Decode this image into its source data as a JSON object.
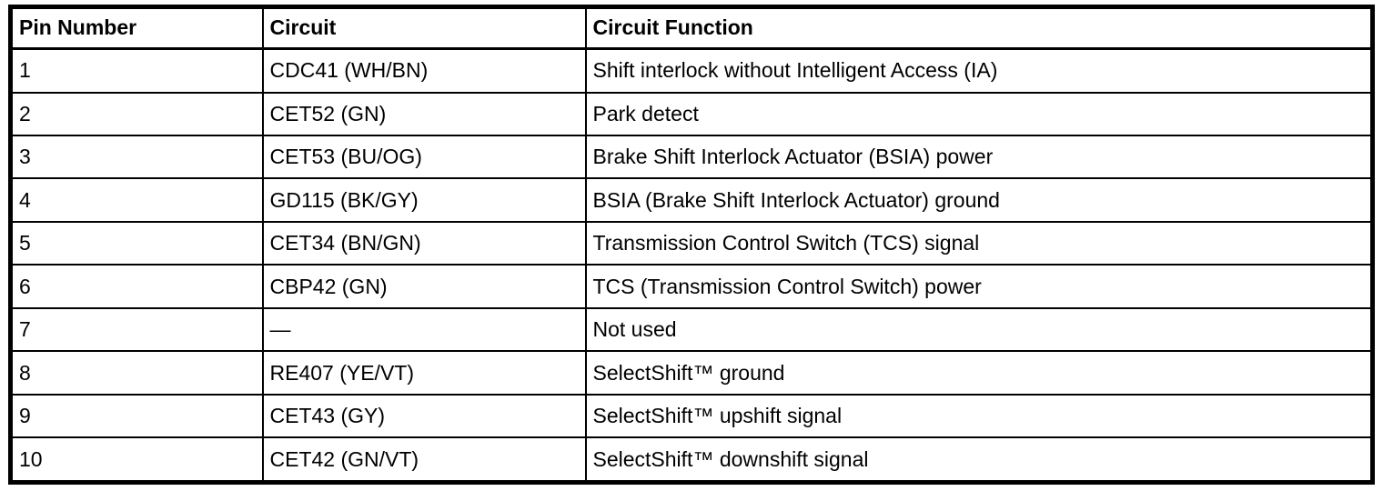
{
  "table": {
    "columns": [
      "Pin Number",
      "Circuit",
      "Circuit Function"
    ],
    "rows": [
      {
        "pin": "1",
        "circuit": "CDC41 (WH/BN)",
        "function": "Shift interlock without Intelligent Access (IA)"
      },
      {
        "pin": "2",
        "circuit": "CET52 (GN)",
        "function": "Park detect"
      },
      {
        "pin": "3",
        "circuit": "CET53 (BU/OG)",
        "function": "Brake Shift Interlock Actuator (BSIA) power"
      },
      {
        "pin": "4",
        "circuit": "GD115 (BK/GY)",
        "function": "BSIA (Brake Shift Interlock Actuator) ground"
      },
      {
        "pin": "5",
        "circuit": "CET34 (BN/GN)",
        "function": "Transmission Control Switch (TCS) signal"
      },
      {
        "pin": "6",
        "circuit": "CBP42 (GN)",
        "function": "TCS (Transmission Control Switch) power"
      },
      {
        "pin": "7",
        "circuit": "—",
        "function": "Not used"
      },
      {
        "pin": "8",
        "circuit": "RE407 (YE/VT)",
        "function": "SelectShift™ ground"
      },
      {
        "pin": "9",
        "circuit": "CET43 (GY)",
        "function": "SelectShift™ upshift signal"
      },
      {
        "pin": "10",
        "circuit": "CET42 (GN/VT)",
        "function": "SelectShift™ downshift signal"
      }
    ]
  }
}
